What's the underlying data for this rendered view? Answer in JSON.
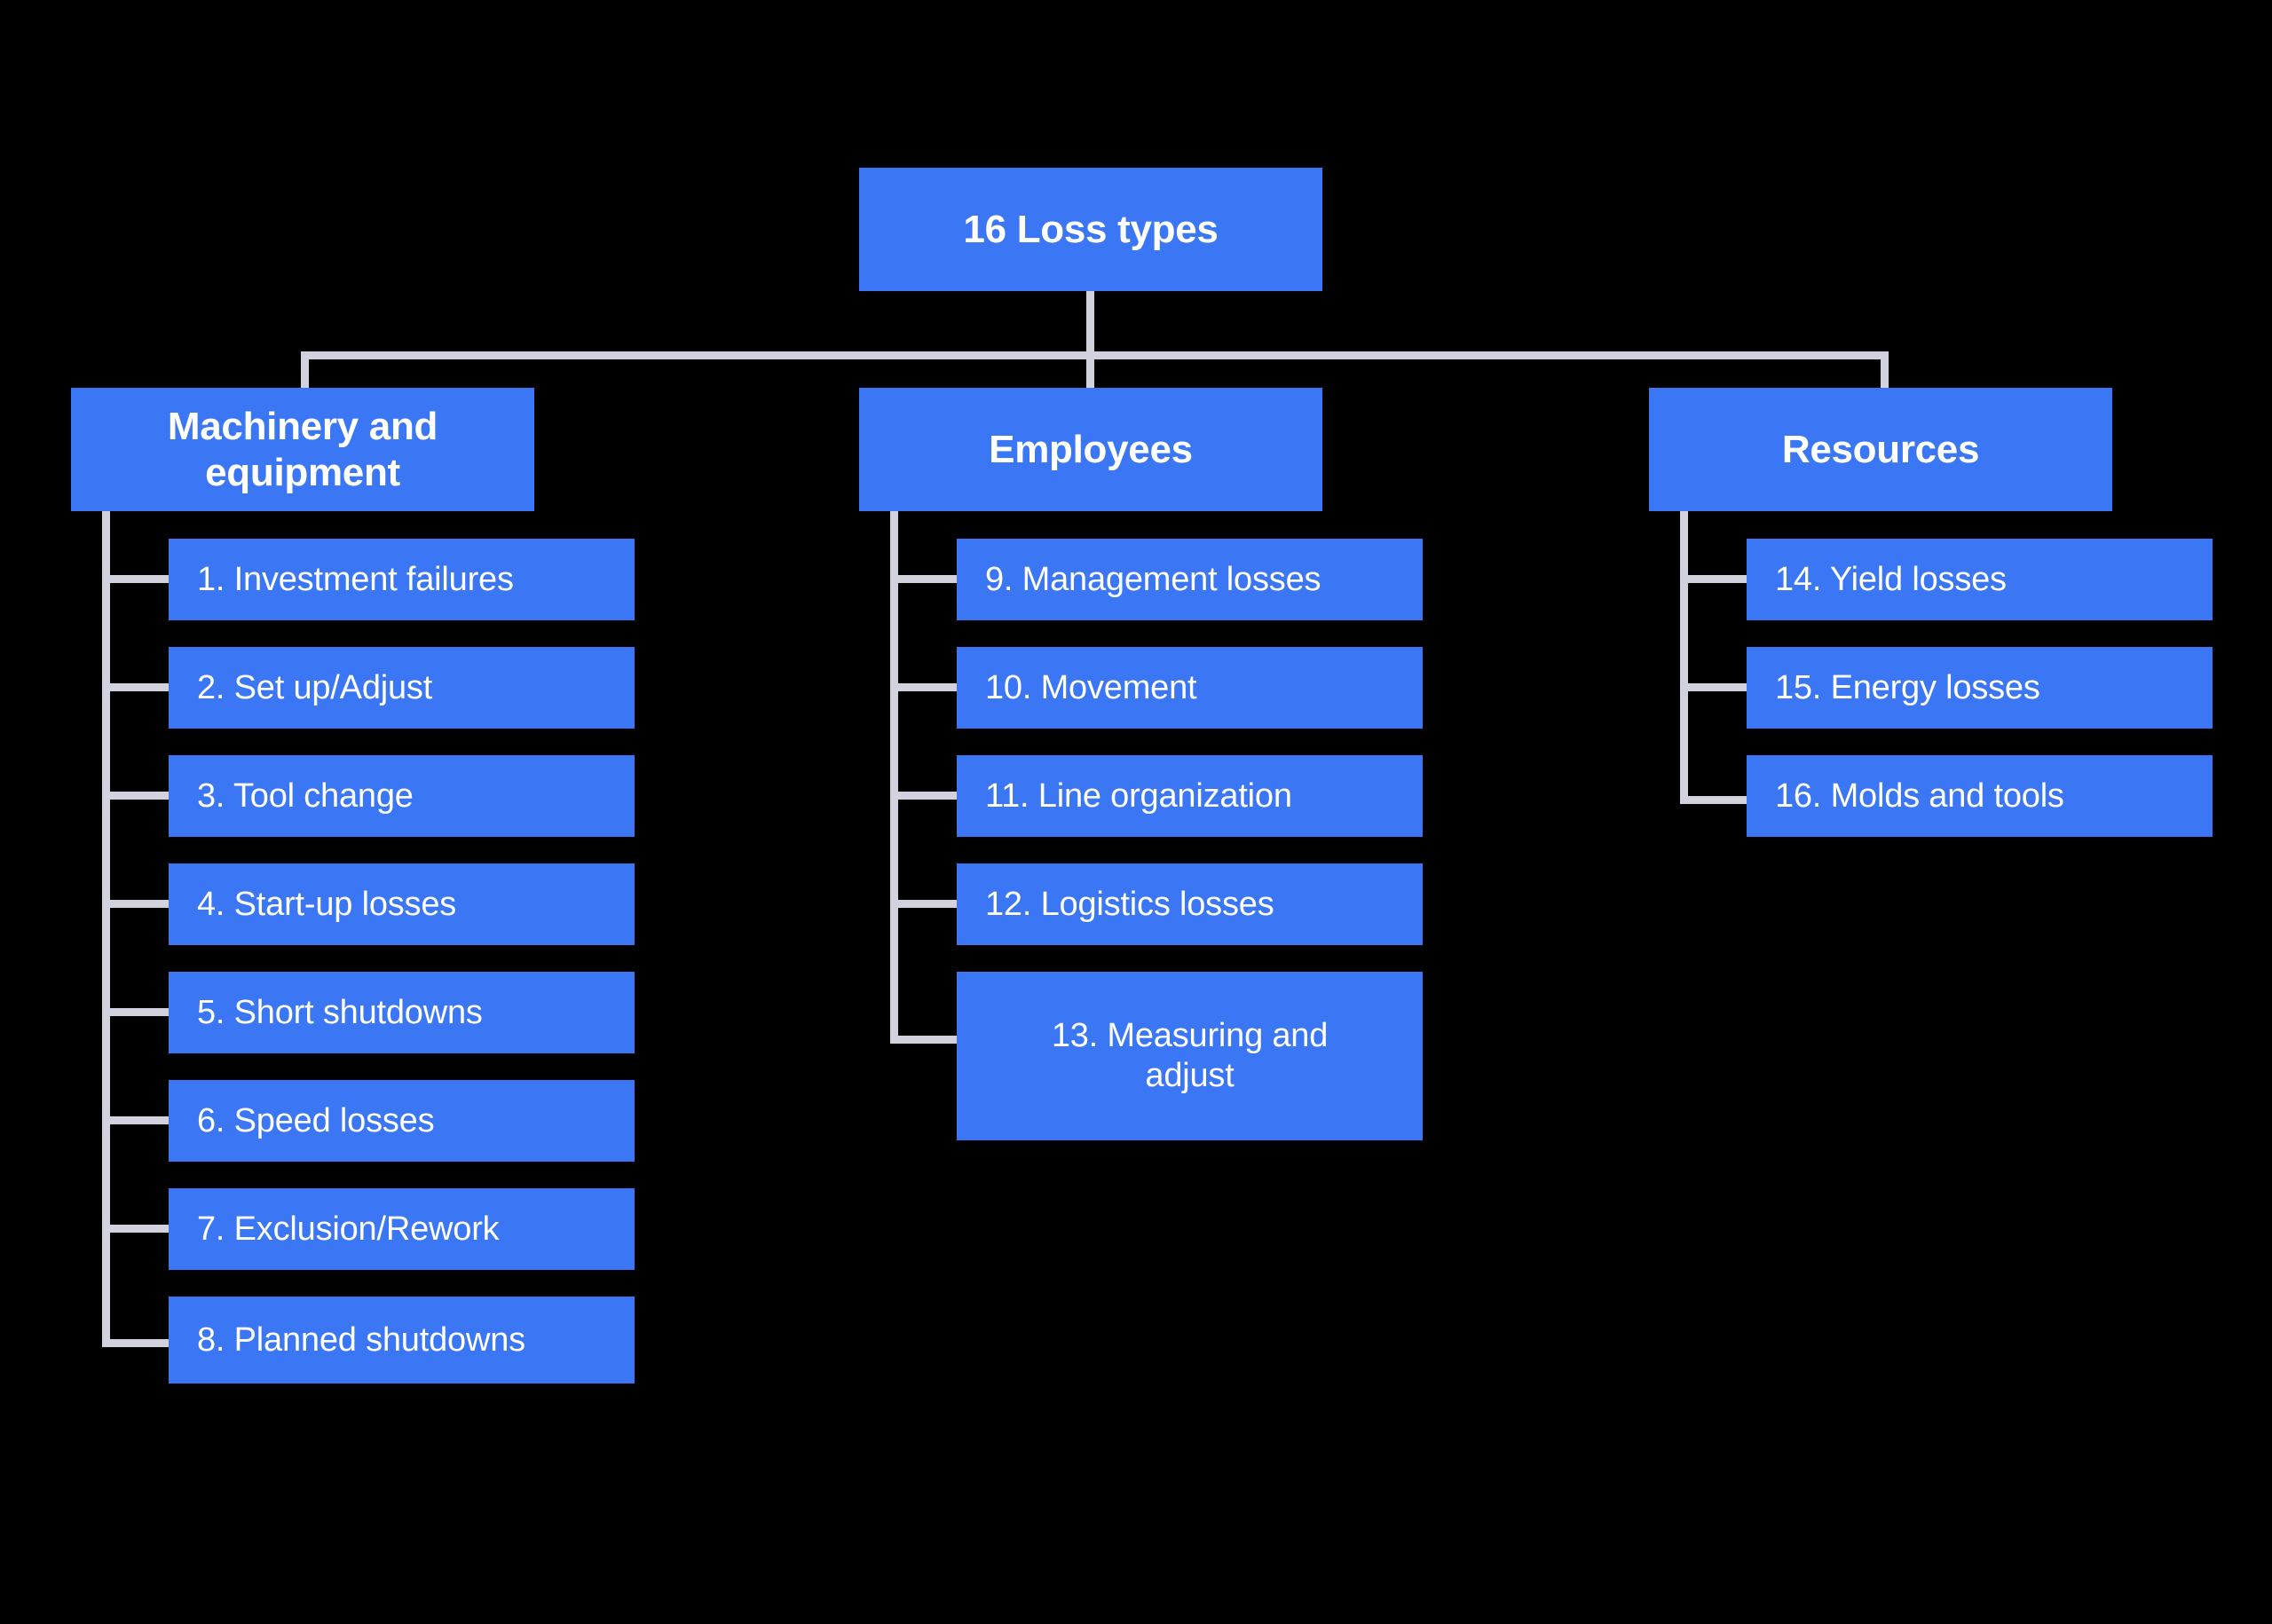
{
  "meta": {
    "background_color": "#000000",
    "node_color": "#3b77f5",
    "node_text_color": "#ffffff",
    "connector_color": "#d2d2de"
  },
  "root": {
    "label": "16 Loss types"
  },
  "branches": [
    {
      "label": "Machinery and equipment",
      "label_line1": "Machinery and",
      "label_line2": "equipment",
      "children": [
        {
          "label": "1. Investment failures"
        },
        {
          "label": "2. Set up/Adjust"
        },
        {
          "label": "3. Tool change"
        },
        {
          "label": "4. Start-up losses"
        },
        {
          "label": "5. Short shutdowns"
        },
        {
          "label": "6. Speed losses"
        },
        {
          "label": "7. Exclusion/Rework"
        },
        {
          "label": "8. Planned shutdowns"
        }
      ]
    },
    {
      "label": "Employees",
      "children": [
        {
          "label": "9. Management losses"
        },
        {
          "label": "10. Movement"
        },
        {
          "label": "11. Line organization"
        },
        {
          "label": "12. Logistics losses"
        },
        {
          "label": "13. Measuring and adjust",
          "line1": "13. Measuring and",
          "line2": "adjust"
        }
      ]
    },
    {
      "label": "Resources",
      "children": [
        {
          "label": "14. Yield losses"
        },
        {
          "label": "15. Energy losses"
        },
        {
          "label": "16. Molds and tools"
        }
      ]
    }
  ]
}
